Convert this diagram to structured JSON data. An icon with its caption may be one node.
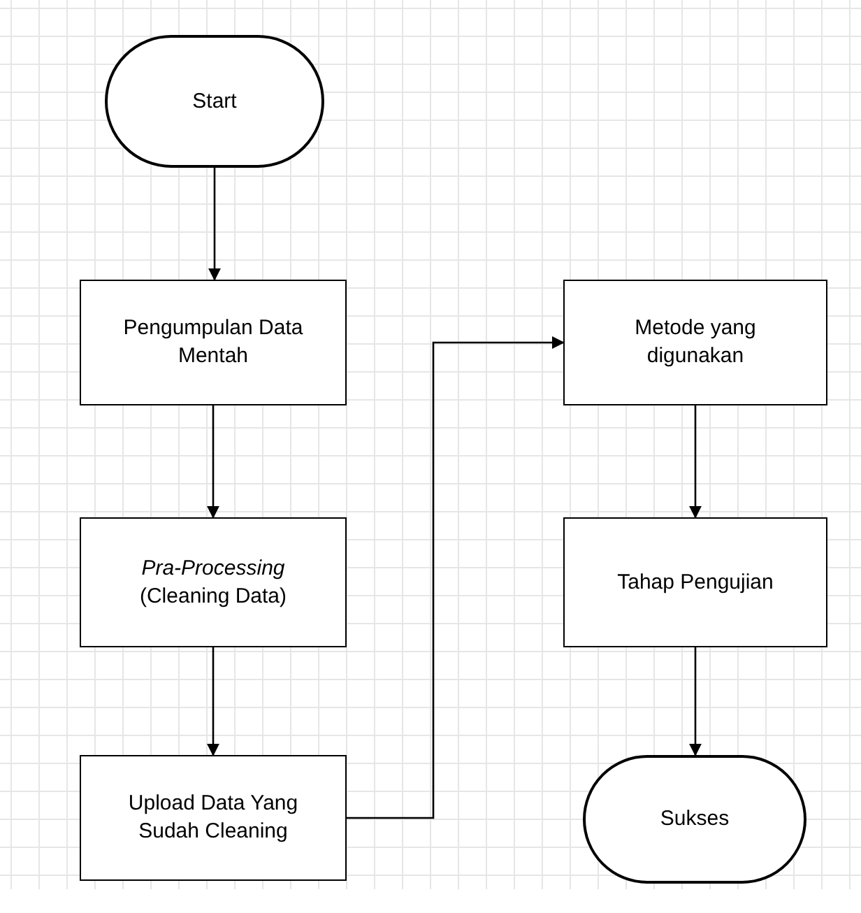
{
  "diagram": {
    "nodes": [
      {
        "text": [
          "Start"
        ]
      },
      {
        "text": [
          "Pengumpulan Data Mentah"
        ]
      },
      {
        "text": [
          "*Pra-Processing* (Cleaning Data)"
        ]
      },
      {
        "text": [
          "Upload Data Yang Sudah Cleaning"
        ]
      },
      {
        "text": [
          "Metode yang digunakan"
        ]
      },
      {
        "text": [
          "Tahap Pengujian"
        ]
      },
      {
        "text": [
          "Sukses"
        ]
      }
    ],
    "edges": [
      {
        "from": 0,
        "to": 1,
        "arrow": "to"
      },
      {
        "from": 1,
        "to": 2,
        "arrow": "to"
      },
      {
        "from": 2,
        "to": 3,
        "arrow": "to"
      },
      {
        "from": 3,
        "to": 4,
        "arrow": "to"
      },
      {
        "from": 4,
        "to": 5,
        "arrow": "to"
      },
      {
        "from": 5,
        "to": 6,
        "arrow": "to"
      }
    ]
  }
}
